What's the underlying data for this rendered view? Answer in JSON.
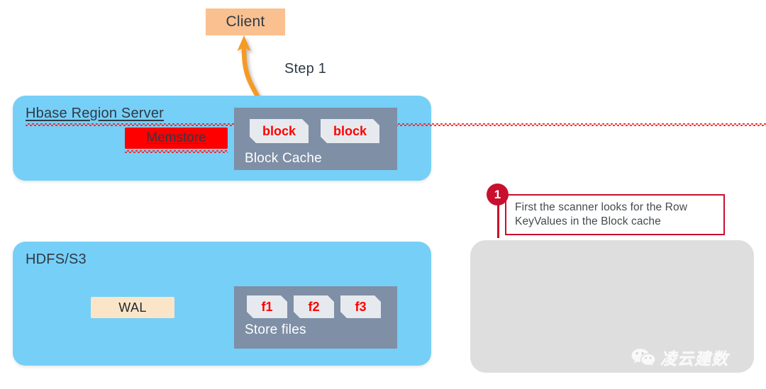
{
  "diagram": {
    "title": "HBase read path - Step 1",
    "client": {
      "label": "Client"
    },
    "step_label": "Step 1",
    "arrow": {
      "name": "read-response-arrow",
      "color": "#F59A23"
    },
    "region_server": {
      "title": "Hbase Region Server",
      "memstore": {
        "label": "Memstore",
        "color": "#FF0000"
      },
      "block_cache": {
        "label": "Block Cache",
        "blocks": [
          {
            "label": "block"
          },
          {
            "label": "block"
          }
        ]
      }
    },
    "hdfs": {
      "title": "HDFS/S3",
      "wal": {
        "label": "WAL",
        "color": "#FBE5C8"
      },
      "store_files": {
        "label": "Store files",
        "files": [
          {
            "label": "f1"
          },
          {
            "label": "f2"
          },
          {
            "label": "f3"
          }
        ]
      }
    },
    "callout": {
      "number": "1",
      "text": "First the scanner looks for the Row KeyValues in the Block cache"
    },
    "watermark": {
      "icon": "wechat-icon",
      "text": "凌云建数"
    },
    "colors": {
      "panel_blue": "#76CFF7",
      "panel_gray": "#7E8FA6",
      "client_orange": "#FAC090",
      "accent_red": "#FF0000",
      "callout_crimson": "#C8102E",
      "placeholder_gray": "#DEDEDE"
    }
  }
}
